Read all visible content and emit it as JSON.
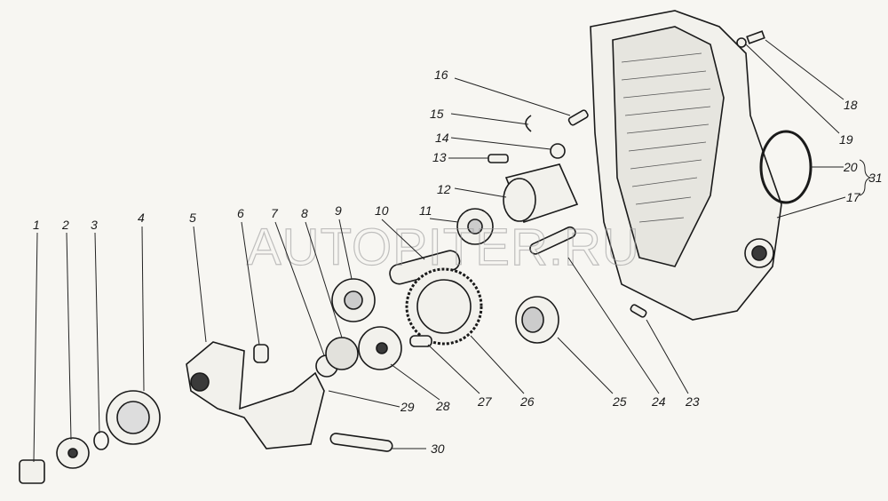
{
  "watermark": "AUTOPITER.RU",
  "callouts": [
    "1",
    "2",
    "3",
    "4",
    "5",
    "6",
    "7",
    "8",
    "9",
    "10",
    "11",
    "12",
    "13",
    "14",
    "15",
    "16",
    "17",
    "18",
    "19",
    "20",
    "23",
    "24",
    "25",
    "26",
    "27",
    "28",
    "29",
    "30",
    "31"
  ]
}
